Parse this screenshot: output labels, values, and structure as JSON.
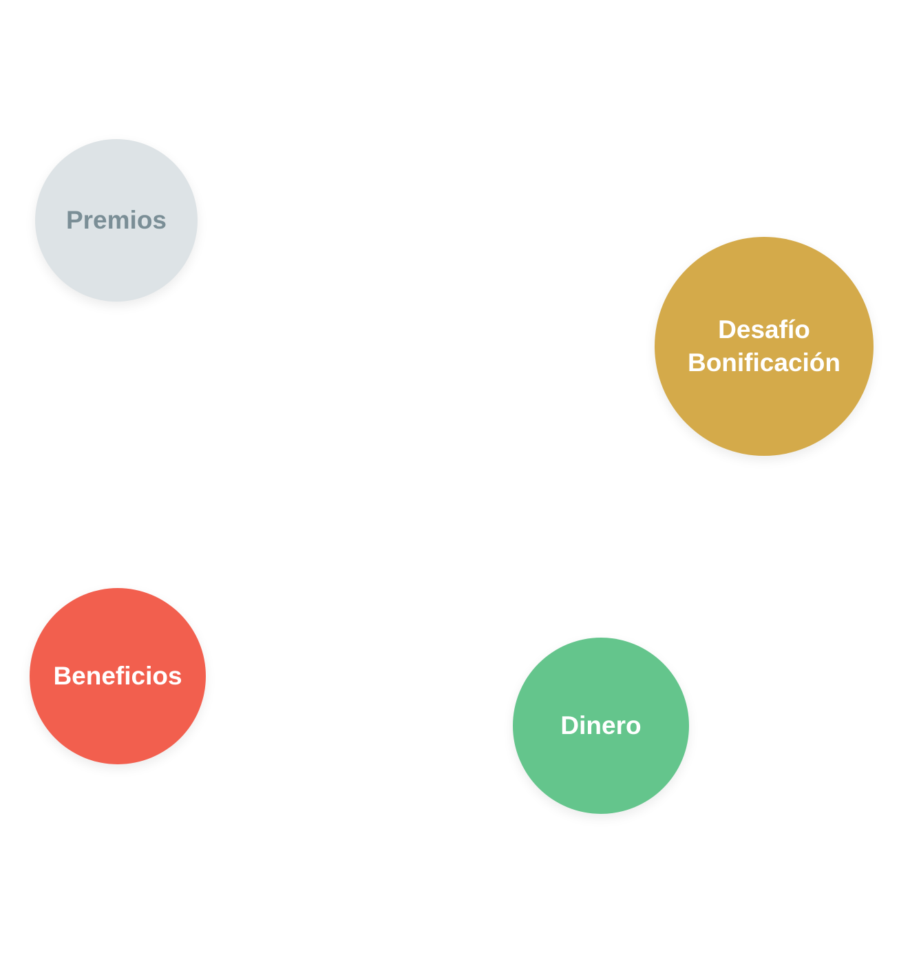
{
  "bubbles": {
    "premios": {
      "label": "Premios",
      "bg": "#dde3e6",
      "color": "#7a8e96"
    },
    "desafio": {
      "label": "Desafío\nBonificación",
      "bg": "#d4aa4a",
      "color": "#ffffff"
    },
    "beneficios": {
      "label": "Beneficios",
      "bg": "#f25f4e",
      "color": "#ffffff"
    },
    "dinero": {
      "label": "Dinero",
      "bg": "#64c58c",
      "color": "#ffffff"
    }
  }
}
